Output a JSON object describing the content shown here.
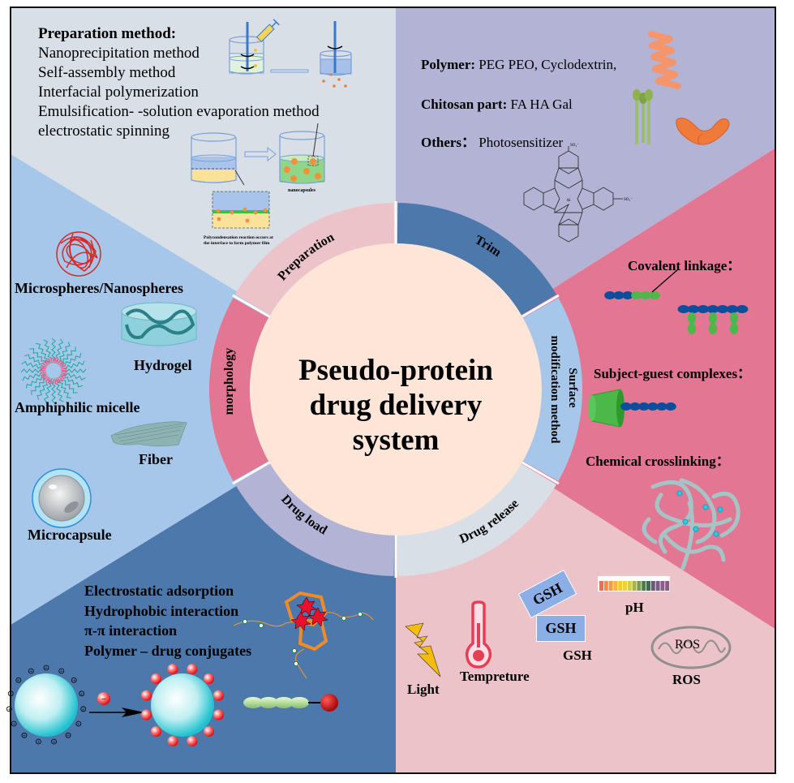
{
  "title": {
    "line1": "Pseudo-protein",
    "line2": "drug delivery",
    "line3": "system"
  },
  "colors": {
    "preparation_bg": "#d9dfe7",
    "trim_bg": "#b3b3d6",
    "surface_bg": "#e37793",
    "release_bg": "#ecc3c9",
    "load_bg": "#4c78ab",
    "morphology_bg": "#a7c7ea",
    "center_fill": "#fde6d8",
    "ring_preparation": "#ecc3c9",
    "ring_trim": "#4c78ab",
    "ring_surface": "#a7c7ea",
    "ring_release": "#d9dfe7",
    "ring_load": "#b3b3d6",
    "ring_morphology": "#e37793"
  },
  "ring": {
    "preparation": "Preparation",
    "trim": "Trim",
    "surface_line1": "Surface",
    "surface_line2": "modification method",
    "release": "Drug release",
    "load": "Drug load",
    "morphology": "morphology"
  },
  "preparation": {
    "heading": "Preparation method:",
    "methods": [
      "Nanoprecipitation method",
      "Self-assembly method",
      "Interfacial polymerization",
      "Emulsification- -solution evaporation method",
      "electrostatic spinning"
    ],
    "nanocapsules_caption": "nanocapsules",
    "film_caption_line1": "Polycondensation reaction occurs at",
    "film_caption_line2": "the interface to form polymer film"
  },
  "trim": {
    "polymer_label": "Polymer:",
    "polymer_value": " PEG PEO, Cyclodextrin,",
    "chitosan_label": "Chitosan part:",
    "chitosan_value": " FA HA Gal",
    "others_label": "Others：",
    "others_value": " Photosensitizer",
    "molecule_center": "Al",
    "molecule_substituent": "SO₃⁻"
  },
  "surface": {
    "covalent": "Covalent linkage：",
    "host_guest": "Subject-guest complexes：",
    "crosslinking": "Chemical crosslinking："
  },
  "morphology": {
    "microspheres": "Microspheres/Nanospheres",
    "hydrogel": "Hydrogel",
    "micelle": "Amphiphilic micelle",
    "fiber": "Fiber",
    "microcapsule": "Microcapsule"
  },
  "drug_load": {
    "methods": [
      "Electrostatic adsorption",
      "Hydrophobic interaction",
      "π-π interaction",
      "Polymer – drug conjugates"
    ],
    "positive_charge": "+",
    "negative_charge": "−"
  },
  "drug_release": {
    "light": "Light",
    "temperature": "Tempreture",
    "gsh_box1": "GSH",
    "gsh_box2": "GSH",
    "gsh": "GSH",
    "ph": "pH",
    "ros_inner": "ROS",
    "ros": "ROS",
    "ph_scale_colors": [
      "#f26b55",
      "#f5874f",
      "#f79a3d",
      "#f9b532",
      "#fbc92c",
      "#f2d03a",
      "#d9cb48",
      "#a9b24a",
      "#7b9b4b",
      "#4f7b47",
      "#3e6a4e",
      "#6a5878",
      "#7c5a86",
      "#8f5c8a",
      "#8e5a82"
    ]
  }
}
